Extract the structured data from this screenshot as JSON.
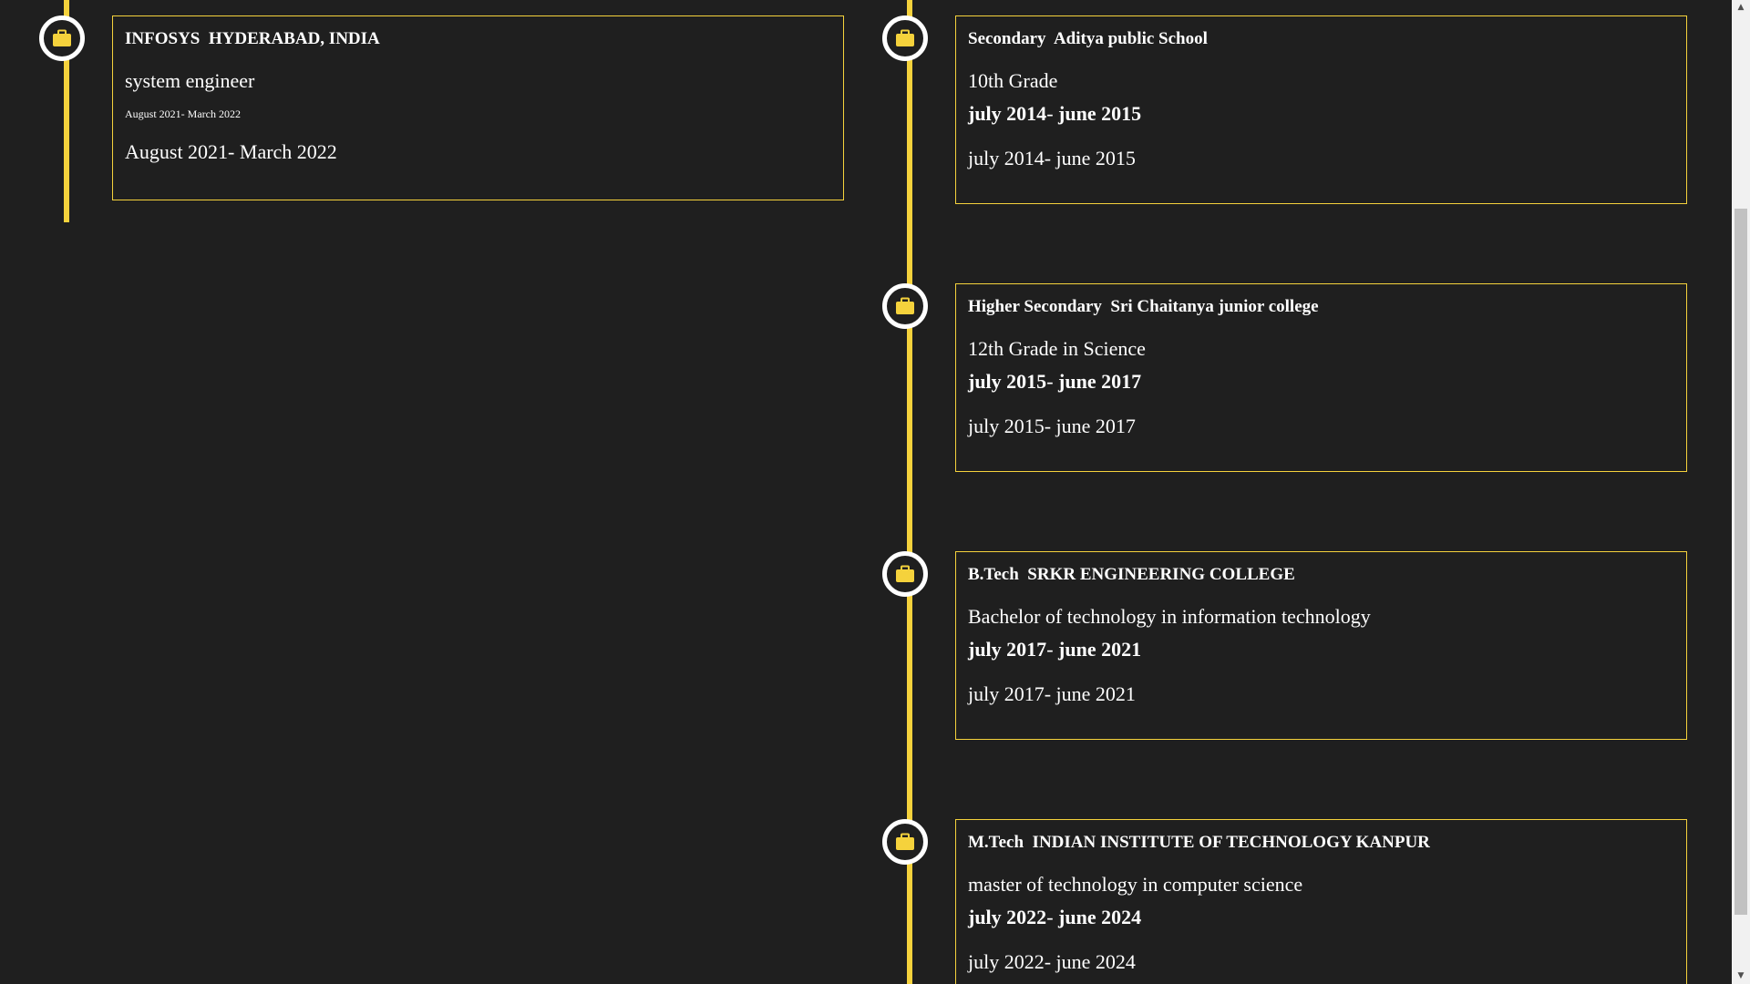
{
  "colors": {
    "background": "#1f1f1f",
    "accent": "#f5d23c",
    "text": "#ffffff"
  },
  "icons": {
    "node": "briefcase-icon"
  },
  "experience": {
    "items": [
      {
        "title": "INFOSYS  HYDERABAD, INDIA",
        "role": "system engineer",
        "date_small": "August 2021- March 2022",
        "date": "August 2021- March 2022"
      }
    ]
  },
  "education": {
    "items": [
      {
        "title": "Secondary  Aditya public School",
        "subtitle": "10th Grade",
        "date_bold_start": "july 2014",
        "date_bold_sep": "- ",
        "date_bold_end": "june 2015",
        "date": "july 2014- june 2015"
      },
      {
        "title": "Higher Secondary  Sri Chaitanya junior college",
        "subtitle": "12th Grade in Science",
        "date_bold_start": "july 2015",
        "date_bold_sep": "- ",
        "date_bold_end": "june 2017",
        "date": "july 2015- june 2017"
      },
      {
        "title": "B.Tech  SRKR ENGINEERING COLLEGE",
        "subtitle": "Bachelor of technology in information technology",
        "date_bold_start": "july 2017",
        "date_bold_sep": "- ",
        "date_bold_end": "june 2021",
        "date": "july 2017- june 2021"
      },
      {
        "title": "M.Tech  INDIAN INSTITUTE OF TECHNOLOGY KANPUR",
        "subtitle": "master of technology in computer science",
        "date_bold_start": "july 2022",
        "date_bold_sep": "- ",
        "date_bold_end": "june 2024",
        "date": "july 2022- june 2024"
      }
    ]
  }
}
